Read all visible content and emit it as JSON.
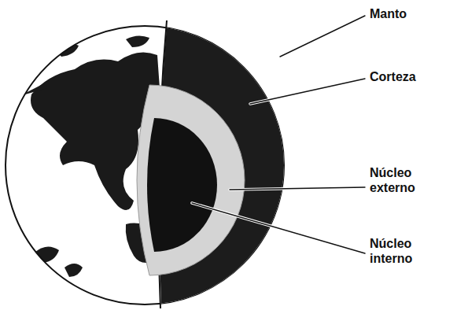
{
  "diagram": {
    "labels": [
      "Manto",
      "Corteza",
      "Núcleo externo",
      "Núcleo interno"
    ]
  }
}
